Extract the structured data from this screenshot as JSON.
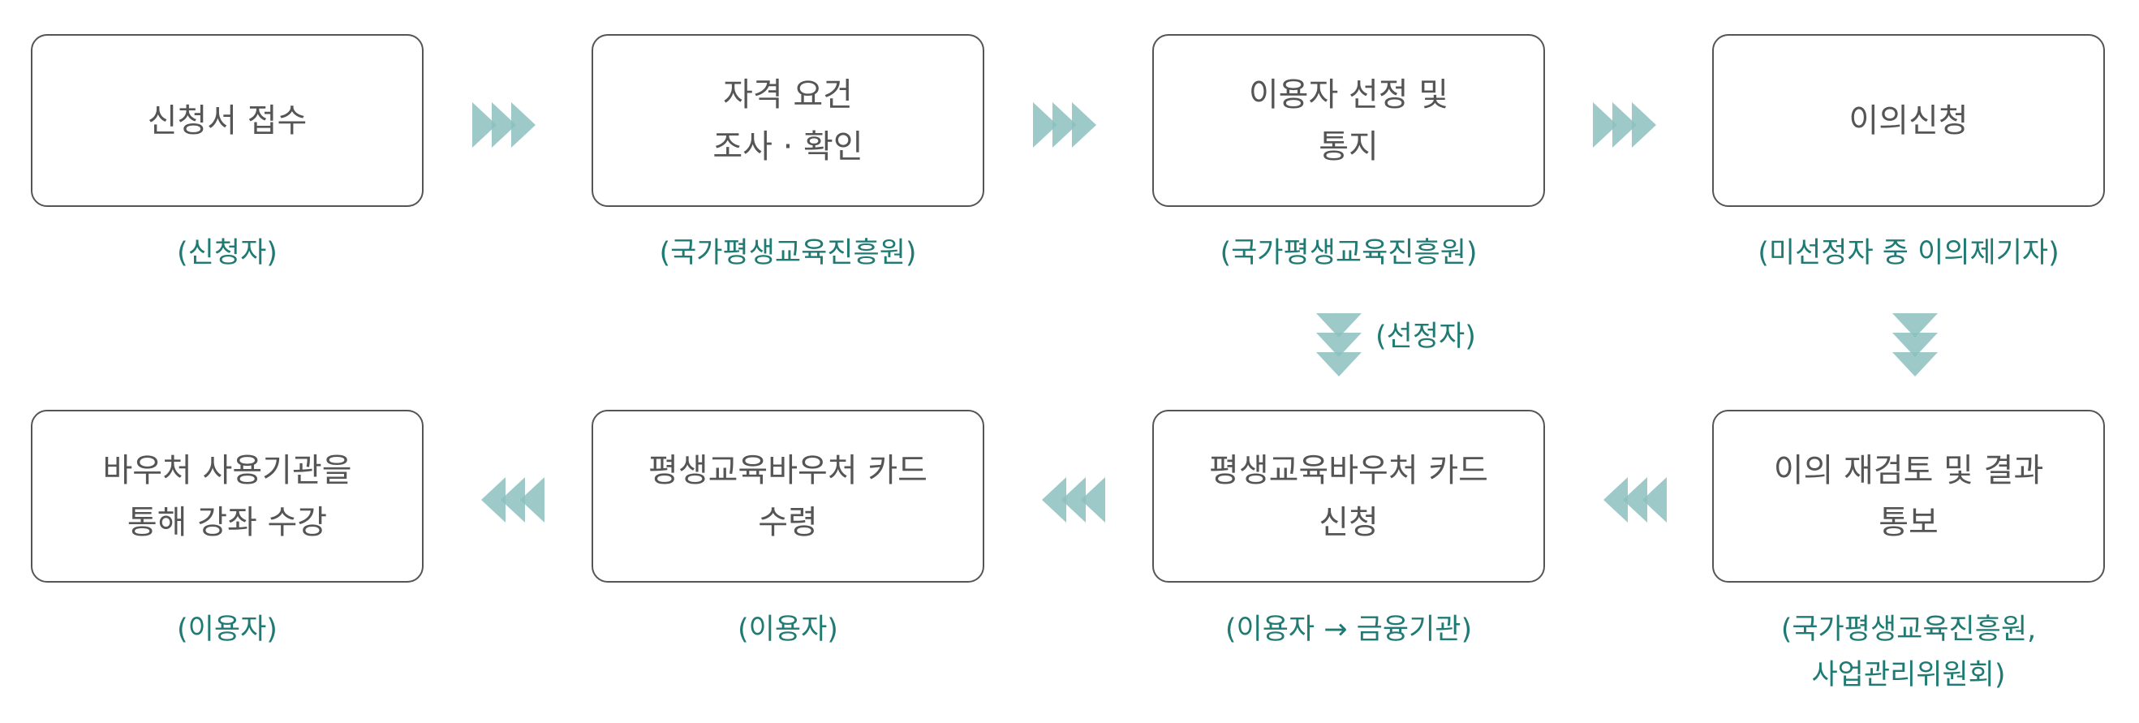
{
  "steps": [
    {
      "label": "신청서 접수",
      "caption": "(신청자)"
    },
    {
      "label": "자격 요건\n조사 · 확인",
      "caption": "(국가평생교육진흥원)"
    },
    {
      "label": "이용자 선정 및\n통지",
      "caption": "(국가평생교육진흥원)"
    },
    {
      "label": "이의신청",
      "caption": "(미선정자 중 이의제기자)"
    },
    {
      "label": "이의 재검토 및 결과\n통보",
      "caption": "(국가평생교육진흥원,\n사업관리위원회)"
    },
    {
      "label": "평생교육바우처 카드\n신청",
      "caption": "(이용자 → 금융기관)"
    },
    {
      "label": "평생교육바우처 카드\n수령",
      "caption": "(이용자)"
    },
    {
      "label": "바우처 사용기관을\n통해 강좌 수강",
      "caption": "(이용자)"
    }
  ],
  "down_arrow_label": "(선정자)",
  "colors": {
    "box_border": "#555555",
    "box_text": "#555555",
    "caption_text": "#1f7a73",
    "arrow_fill": "#8cc1bf"
  },
  "icons": [
    "triple-chevron-right-icon",
    "triple-chevron-down-icon",
    "triple-chevron-left-icon"
  ]
}
